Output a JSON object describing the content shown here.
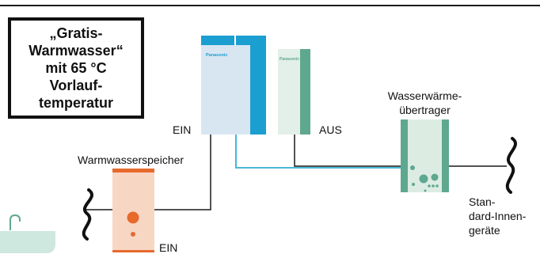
{
  "callout": {
    "lines": [
      "„Gratis-",
      "Warmwasser“",
      "mit 65 °C",
      "Vorlauf-",
      "temperatur"
    ]
  },
  "units": {
    "indoor_brand": "Panasonic",
    "outdoor_brand": "Panasonic"
  },
  "labels": {
    "ein_upper": "EIN",
    "aus": "AUS",
    "water_tank": "Warmwasserspeicher",
    "ein_lower": "EIN",
    "heat_exchanger_line1": "Wasserwärme-",
    "heat_exchanger_line2": "übertrager",
    "standard_line1": "Stan-",
    "standard_line2": "dard-Innen-",
    "standard_line3": "geräte"
  },
  "colors": {
    "outdoor_unit_left": "#d8e6f2",
    "outdoor_unit_right": "#1b9ed0",
    "indoor_unit": "#e3efe9",
    "indoor_unit_side": "#5fa890",
    "tank_body": "#f8d6c4",
    "tank_cap": "#e66a2c",
    "hex_body": "#dcece3",
    "hex_frame": "#5fa890",
    "pipe_blue": "#4ab8d6",
    "pipe_dark": "#1a1a1a",
    "bath": "#cfe8df"
  }
}
